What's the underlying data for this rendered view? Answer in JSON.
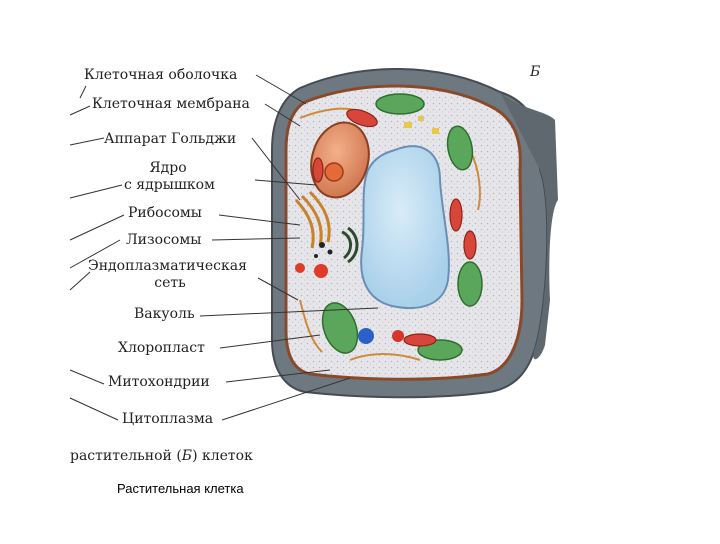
{
  "panel_letter": "Б",
  "labels": [
    "Клеточная оболочка",
    "Клеточная мембрана",
    "Аппарат Гольджи",
    "Ядро",
    "с ядрышком",
    "Рибосомы",
    "Лизосомы",
    "Эндоплазматическая",
    "сеть",
    "Вакуоль",
    "Хлоропласт",
    "Митохондрии",
    "Цитоплазма"
  ],
  "figure_caption": {
    "pre": "растительной (",
    "italic": "Б",
    "post": ") клеток"
  },
  "slide_caption": "Растительная клетка"
}
